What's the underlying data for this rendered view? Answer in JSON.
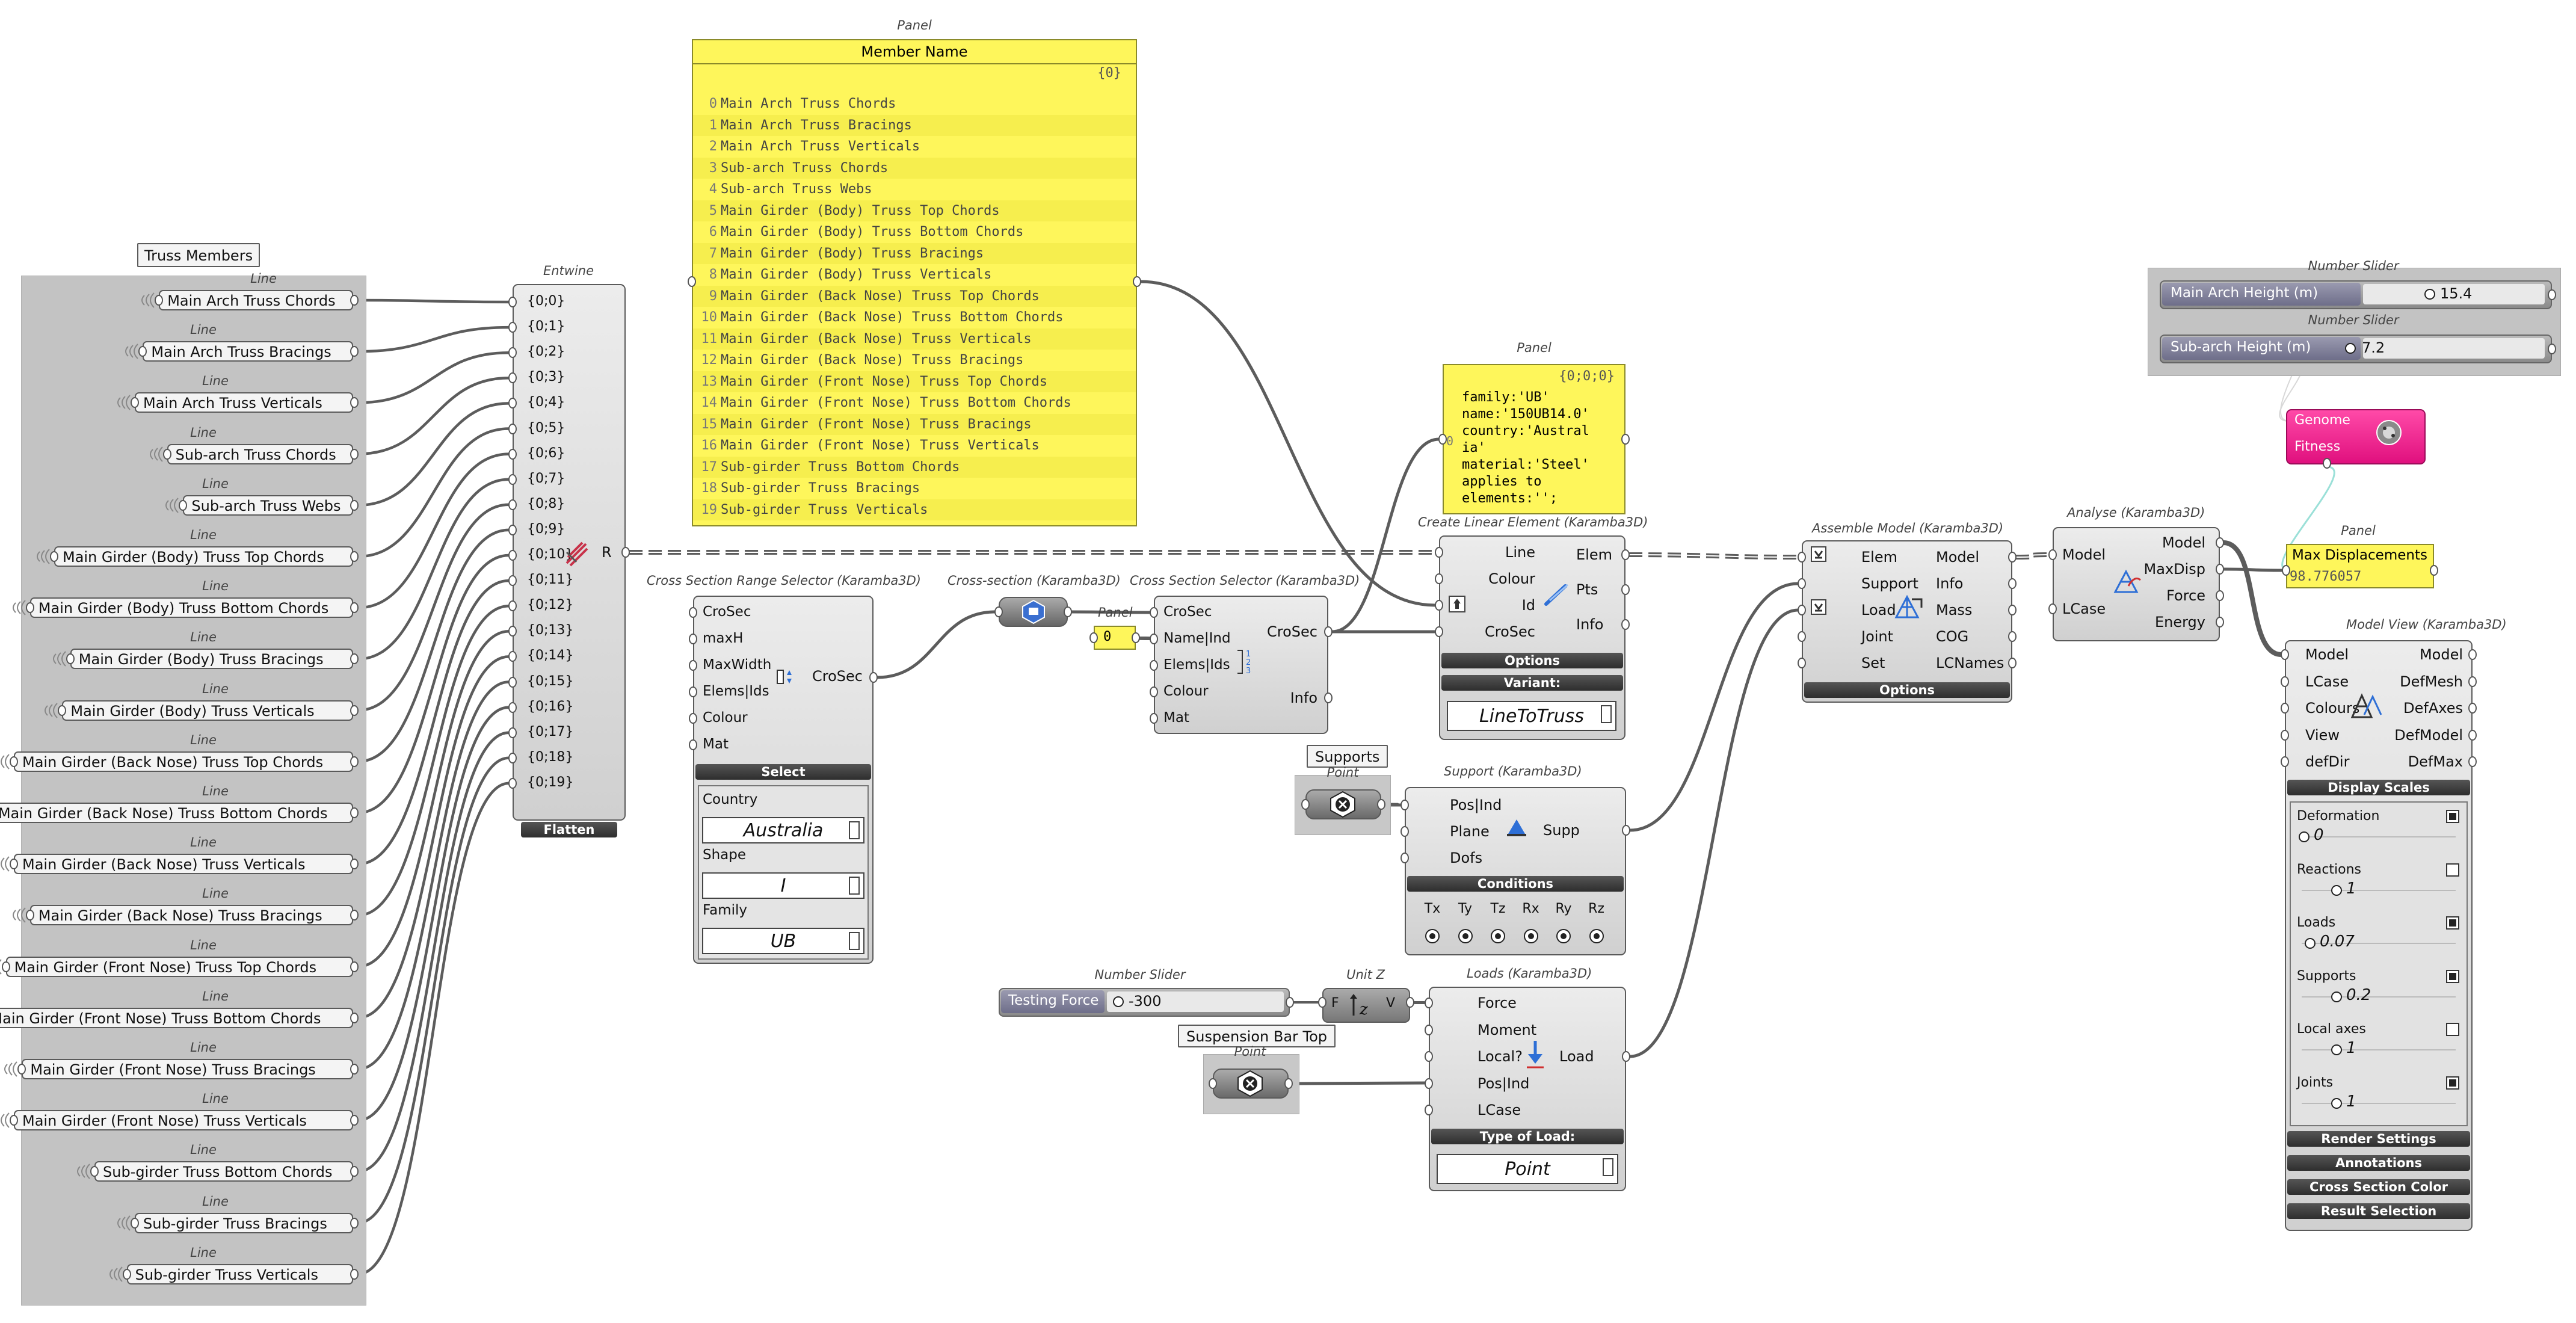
{
  "truss_group": {
    "tag": "Truss Members"
  },
  "line_label": "Line",
  "members": [
    "Main Arch Truss Chords",
    "Main Arch Truss Bracings",
    "Main Arch Truss Verticals",
    "Sub-arch Truss Chords",
    "Sub-arch Truss Webs",
    "Main Girder (Body) Truss Top Chords",
    "Main Girder (Body) Truss Bottom Chords",
    "Main Girder (Body) Truss Bracings",
    "Main Girder (Body) Truss Verticals",
    "Main Girder (Back Nose) Truss Top Chords",
    "Main Girder (Back Nose) Truss Bottom Chords",
    "Main Girder (Back Nose) Truss  Verticals",
    "Main Girder (Back Nose) Truss Bracings",
    "Main Girder (Front Nose) Truss Top Chords",
    "Main Girder (Front Nose) Truss Bottom Chords",
    "Main Girder (Front Nose) Truss Bracings",
    "Main Girder (Front Nose) Truss Verticals",
    "Sub-girder Truss Bottom Chords",
    "Sub-girder Truss Bracings",
    "Sub-girder Truss Verticals"
  ],
  "entwine": {
    "title": "Entwine",
    "inputs": [
      "{0;0}",
      "{0;1}",
      "{0;2}",
      "{0;3}",
      "{0;4}",
      "{0;5}",
      "{0;6}",
      "{0;7}",
      "{0;8}",
      "{0;9}",
      "{0;10}",
      "{0;11}",
      "{0;12}",
      "{0;13}",
      "{0;14}",
      "{0;15}",
      "{0;16}",
      "{0;17}",
      "{0;18}",
      "{0;19}"
    ],
    "output": "R",
    "footer": "Flatten"
  },
  "member_panel": {
    "title": "Panel",
    "header": "Member Name",
    "path": "{0}",
    "items": [
      "Main Arch Truss Chords",
      "Main Arch Truss Bracings",
      "Main Arch Truss Verticals",
      "Sub-arch Truss Chords",
      "Sub-arch Truss Webs",
      "Main Girder (Body) Truss Top Chords",
      "Main Girder (Body) Truss Bottom Chords",
      "Main Girder (Body) Truss Bracings",
      "Main Girder (Body) Truss Verticals",
      "Main Girder (Back Nose) Truss Top Chords",
      "Main Girder (Back Nose) Truss Bottom Chords",
      "Main Girder (Back Nose) Truss  Verticals",
      "Main Girder (Back Nose) Truss Bracings",
      "Main Girder (Front Nose) Truss Top Chords",
      "Main Girder (Front Nose) Truss Bottom Chords",
      "Main Girder (Front Nose) Truss Bracings",
      "Main Girder (Front Nose) Truss Verticals",
      "Sub-girder Truss Bottom Chords",
      "Sub-girder Truss Bracings",
      "Sub-girder Truss Verticals"
    ]
  },
  "crosec_range": {
    "title": "Cross Section Range Selector (Karamba3D)",
    "inputs": [
      "CroSec",
      "maxH",
      "MaxWidth",
      "Elems|Ids",
      "Colour",
      "Mat"
    ],
    "output": "CroSec",
    "select_label": "Select",
    "country_label": "Country",
    "country_value": "Australia",
    "shape_label": "Shape",
    "shape_value": "I",
    "family_label": "Family",
    "family_value": "UB"
  },
  "crosec_param": {
    "title": "Cross-section (Karamba3D)"
  },
  "small_panel": {
    "title": "Panel",
    "value": "0"
  },
  "crosec_selector": {
    "title": "Cross Section Selector (Karamba3D)",
    "inputs": [
      "CroSec",
      "Name|Ind",
      "Elems|Ids",
      "Colour",
      "Mat"
    ],
    "outputs": [
      "CroSec",
      "Info"
    ]
  },
  "info_panel": {
    "title": "Panel",
    "path": "{0;0;0}",
    "index": "0",
    "lines": [
      "family:'UB'",
      "name:'150UB14.0'",
      "country:'Austral",
      "ia'",
      "material:'Steel'",
      "applies to",
      "elements:'';"
    ]
  },
  "create_linear": {
    "title": "Create Linear Element (Karamba3D)",
    "inputs": [
      "Line",
      "Colour",
      "Id",
      "CroSec"
    ],
    "outputs": [
      "Elem",
      "Pts",
      "Info"
    ],
    "options_label": "Options",
    "variant_label": "Variant:",
    "variant_value": "LineToTruss"
  },
  "supports_point": {
    "tag": "Supports",
    "title": "Point"
  },
  "support": {
    "title": "Support (Karamba3D)",
    "inputs": [
      "Pos|Ind",
      "Plane",
      "Dofs"
    ],
    "output": "Supp",
    "conditions_label": "Conditions",
    "dofs": [
      "Tx",
      "Ty",
      "Tz",
      "Rx",
      "Ry",
      "Rz"
    ]
  },
  "testing_slider": {
    "title": "Number Slider",
    "label": "Testing Force",
    "value": "-300"
  },
  "unit_z": {
    "title": "Unit Z",
    "input": "F",
    "output": "V"
  },
  "suspension_point": {
    "tag": "Suspension Bar Top",
    "title": "Point"
  },
  "loads": {
    "title": "Loads (Karamba3D)",
    "inputs": [
      "Force",
      "Moment",
      "Local?",
      "Pos|Ind",
      "LCase"
    ],
    "output": "Load",
    "type_label": "Type of Load:",
    "type_value": "Point"
  },
  "assemble": {
    "title": "Assemble Model (Karamba3D)",
    "inputs": [
      "Elem",
      "Support",
      "Load",
      "Joint",
      "Set"
    ],
    "outputs": [
      "Model",
      "Info",
      "Mass",
      "COG",
      "LCNames"
    ],
    "options_label": "Options"
  },
  "analyse": {
    "title": "Analyse (Karamba3D)",
    "inputs": [
      "Model",
      "LCase"
    ],
    "outputs": [
      "Model",
      "MaxDisp",
      "Force",
      "Energy"
    ]
  },
  "sliders_group": {
    "title1": "Number Slider",
    "label1": "Main Arch Height (m)",
    "value1": "15.4",
    "title2": "Number Slider",
    "label2": "Sub-arch Height (m)",
    "value2": "7.2"
  },
  "galapagos": {
    "genome": "Genome",
    "fitness": "Fitness"
  },
  "disp_panel": {
    "title": "Panel",
    "header": "Max Displacements",
    "value": "98.776057"
  },
  "model_view": {
    "title": "Model View (Karamba3D)",
    "inputs": [
      "Model",
      "LCase",
      "Colours",
      "View",
      "defDir"
    ],
    "outputs": [
      "Model",
      "DefMesh",
      "DefAxes",
      "DefModel",
      "DefMax"
    ],
    "display_scales": "Display Scales",
    "scales": [
      {
        "label": "Deformation",
        "value": "0",
        "checked": true
      },
      {
        "label": "Reactions",
        "value": "1",
        "checked": false
      },
      {
        "label": "Loads",
        "value": "0.07",
        "checked": true
      },
      {
        "label": "Supports",
        "value": "0.2",
        "checked": true
      },
      {
        "label": "Local axes",
        "value": "1",
        "checked": false
      },
      {
        "label": "Joints",
        "value": "1",
        "checked": true
      }
    ],
    "sections": [
      "Render Settings",
      "Annotations",
      "Cross Section Color",
      "Result Selection"
    ]
  }
}
